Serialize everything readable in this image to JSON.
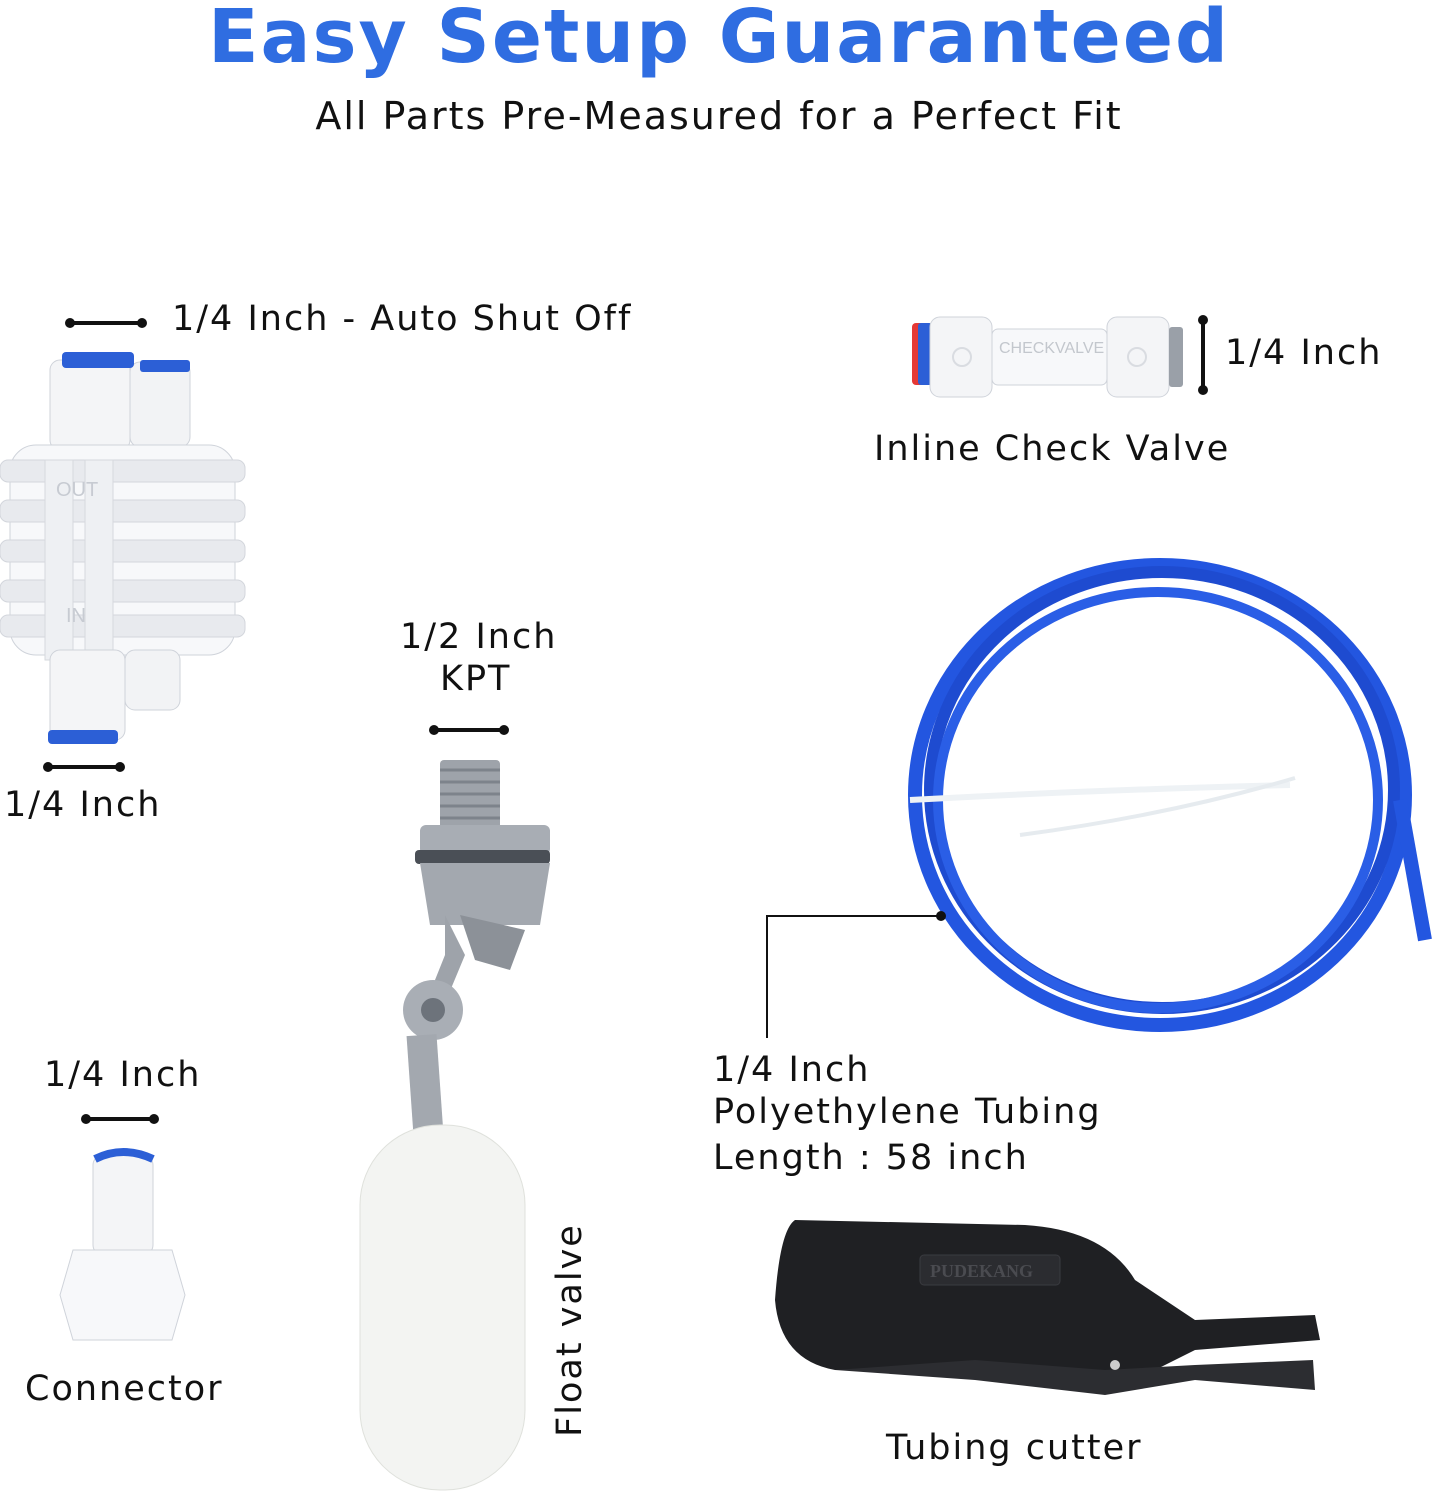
{
  "header": {
    "title": "Easy Setup Guaranteed",
    "subtitle": "All Parts Pre-Measured for a Perfect Fit"
  },
  "colors": {
    "accent": "#2f6de1",
    "tubing_blue": "#1f4fd6",
    "text": "#111111"
  },
  "parts": {
    "auto_shutoff": {
      "top_label": "1/4 Inch - Auto Shut Off",
      "bottom_label": "1/4 Inch",
      "body_text_out": "OUT",
      "body_text_in": "IN"
    },
    "check_valve": {
      "size_label": "1/4 Inch",
      "name_label": "Inline Check Valve",
      "body_text": "CHECKVALVE"
    },
    "float_valve": {
      "size_label": "1/2 Inch",
      "thread_label": "KPT",
      "name_label": "Float valve"
    },
    "tubing": {
      "size_label": "1/4 Inch",
      "name_label": "Polyethylene Tubing",
      "length_label": "Length : 58 inch"
    },
    "connector": {
      "size_label": "1/4 Inch",
      "name_label": "Connector"
    },
    "tubing_cutter": {
      "brand_text": "PUDEKANG",
      "name_label": "Tubing cutter"
    }
  }
}
